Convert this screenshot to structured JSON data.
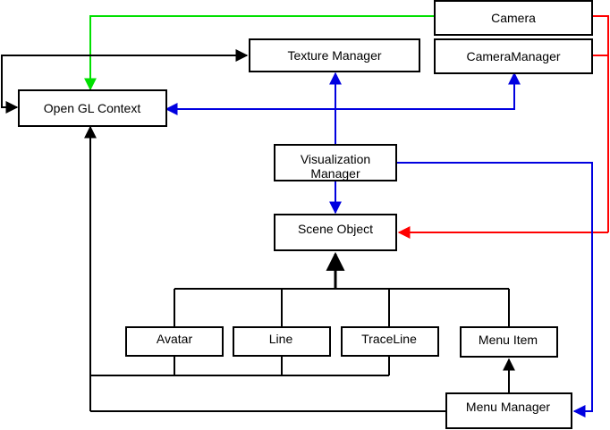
{
  "colors": {
    "black": "#000000",
    "green": "#00e000",
    "red": "#ff0000",
    "blue": "#0000e0"
  },
  "nodes": {
    "camera": "Camera",
    "camera_manager": "CameraManager",
    "texture_manager": "Texture Manager",
    "opengl_context": "Open GL Context",
    "visualization_manager_line1": "Visualization",
    "visualization_manager_line2": "Manager",
    "scene_object": "Scene Object",
    "avatar": "Avatar",
    "line": "Line",
    "traceline": "TraceLine",
    "menu_item": "Menu Item",
    "menu_manager": "Menu Manager"
  }
}
